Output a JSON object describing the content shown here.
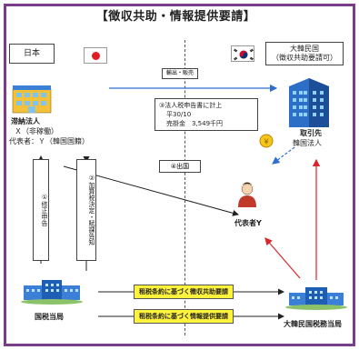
{
  "title": "【徴収共助・情報提供要請】",
  "japan": {
    "country_label": "日本",
    "taxpayer_name": "滞納法人",
    "taxpayer_status": "Ｘ（非稼働）",
    "taxpayer_rep": "代表者：Ｙ（韓国国籍）",
    "tax_office_label": "国税当局"
  },
  "korea": {
    "country_label_line1": "大韓民国",
    "country_label_line2": "（徴収共助要請可）",
    "client_label_line1": "取引先",
    "client_label_line2": "韓国法人",
    "representative_label": "代表者Y",
    "tax_office_label": "大韓民国税務当局"
  },
  "flows": {
    "export_sales": "輸出・販売",
    "note_line1": "③法人税申告書に計上",
    "note_line2": "平30/10",
    "note_line3": "売掛金　3,549千円",
    "deport": "④出国",
    "amend_return": "①修正申告",
    "additional_tax": "②加算税決定・賦課告知"
  },
  "requests": {
    "collection": "租税条約に基づく徴収共助要請",
    "information": "租税条約に基づく情報提供要請"
  },
  "colors": {
    "frame": "#7a3d8a",
    "flow_arrow": "#2f6fd1",
    "red_arrow": "#d6262c",
    "request_box": "#fff33b",
    "building_blue": "#3b7fd6",
    "person_red": "#c0392b"
  },
  "icons": {
    "taxpayer": "office-building-icon",
    "client": "skyscraper-icon",
    "coin": "coin-icon",
    "person": "person-icon",
    "jp_tax_office": "government-building-icon",
    "kr_tax_office": "government-building-icon"
  }
}
